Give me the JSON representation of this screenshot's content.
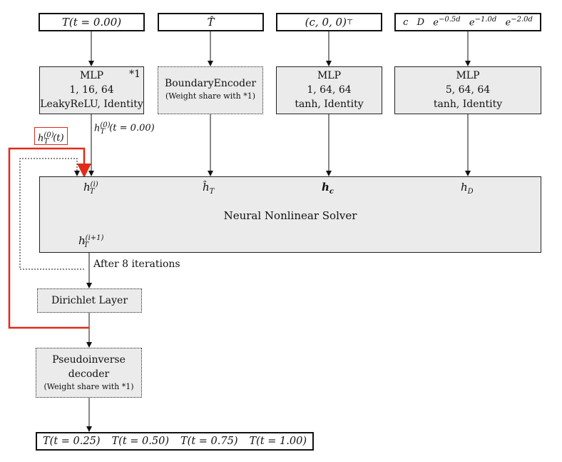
{
  "inputs": {
    "t0": "T(t = 0.00)",
    "that": "T̂",
    "c00": "(c, 0, 0)",
    "c00_sup": "⊤",
    "feat_c": "c",
    "feat_D": "D",
    "feat_e1": "e",
    "feat_e1_sup": "−0.5d",
    "feat_e2": "e",
    "feat_e2_sup": "−1.0d",
    "feat_e3": "e",
    "feat_e3_sup": "−2.0d"
  },
  "mlp1": {
    "title": "MLP",
    "tag": "*1",
    "dims": "1, 16, 64",
    "act": "LeakyReLU, Identity"
  },
  "encoder": {
    "title": "BoundaryEncoder",
    "note": "(Weight share with *1)"
  },
  "mlp2": {
    "title": "MLP",
    "dims": "1, 64, 64",
    "act": "tanh, Identity"
  },
  "mlp3": {
    "title": "MLP",
    "dims": "5, 64, 64",
    "act": "tanh, Identity"
  },
  "labels": {
    "h0_out_h": "h",
    "h0_out_sup": "(0)",
    "h0_out_sub": "T",
    "h0_out_rest": "(t = 0.00)",
    "red_h": "h",
    "red_sup": "(0)",
    "red_sub": "T",
    "red_rest": "(t)",
    "after_iter": "After 8 iterations"
  },
  "solver": {
    "title": "Neural Nonlinear Solver",
    "hi_h": "h",
    "hi_sub": "T",
    "hi_sup": "(i)",
    "hhat_h": "ĥ",
    "hhat_sub": "T",
    "hc_h": "h",
    "hc_sub": "c",
    "hd_h": "h",
    "hd_sub": "D",
    "hip1_h": "h",
    "hip1_sub": "T",
    "hip1_sup": "(i+1)"
  },
  "dirichlet": {
    "title": "Dirichlet Layer"
  },
  "decoder": {
    "title_1": "Pseudoinverse",
    "title_2": "decoder",
    "note": "(Weight share with *1)"
  },
  "outputs": [
    "T(t = 0.25)",
    "T(t = 0.50)",
    "T(t = 0.75)",
    "T(t = 1.00)"
  ]
}
